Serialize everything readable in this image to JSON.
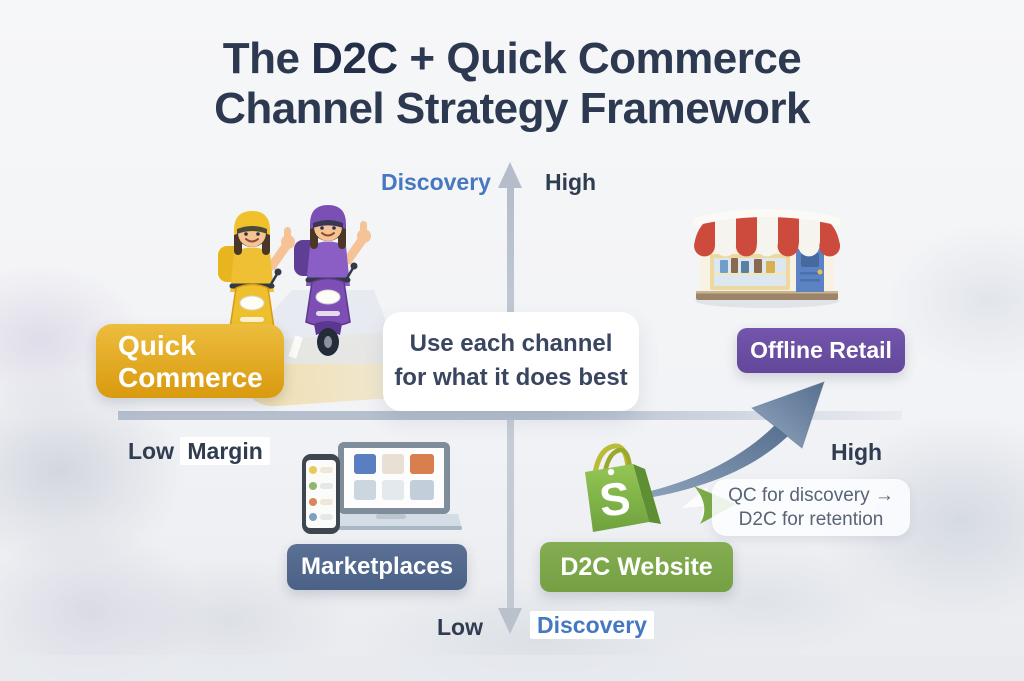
{
  "title": {
    "pre": "The ",
    "bold": "D2C",
    "post": " + Quick Commerce",
    "line2": "Channel Strategy Framework"
  },
  "axes": {
    "top_discovery": "Discovery",
    "top_high": "High",
    "left_low": "Low",
    "left_margin": "Margin",
    "right_high": "High",
    "bottom_low": "Low",
    "bottom_discovery": "Discovery"
  },
  "center_message": {
    "line1": "Use each channel",
    "line2": "for what it does best"
  },
  "channels": {
    "quick_commerce": {
      "line1": "Quick",
      "line2": "Commerce",
      "color": "#e0a81f"
    },
    "offline_retail": {
      "label": "Offline Retail",
      "color": "#6a4da0"
    },
    "marketplaces": {
      "label": "Marketplaces",
      "color": "#51678d"
    },
    "d2c_website": {
      "label": "D2C Website",
      "color": "#7da64c"
    }
  },
  "annotation": {
    "line1": "QC for discovery →",
    "line2": "D2C for retention"
  },
  "icons": {
    "shopping_bag_letter": "S"
  },
  "colors": {
    "title_navy": "#2c3950",
    "discovery_blue": "#4678c2",
    "axis_gray": "#b7c0cc",
    "growth_arrow": "#66809f",
    "background": "#f3f4f6"
  }
}
